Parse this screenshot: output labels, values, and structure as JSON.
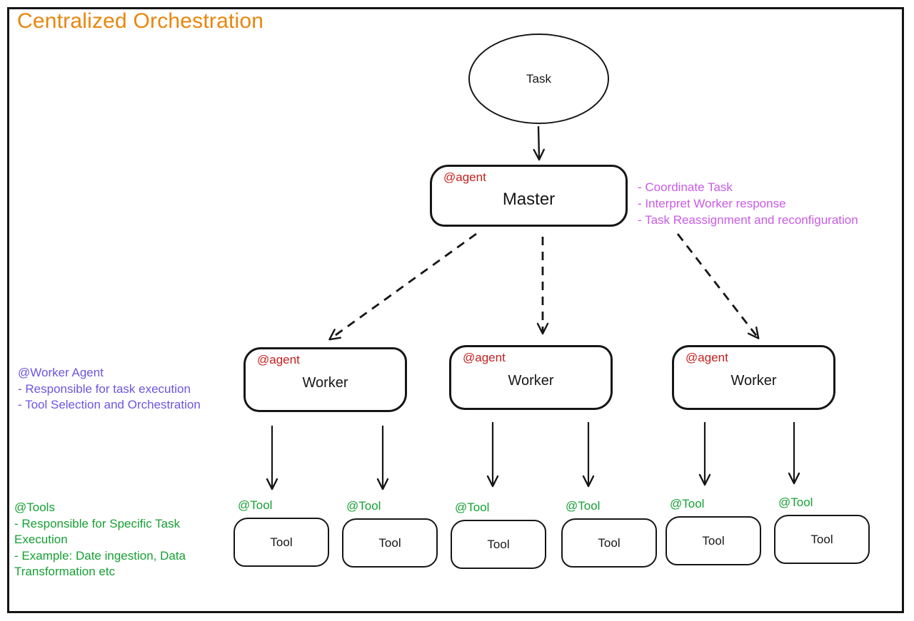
{
  "title": {
    "text": "Centralized Orchestration"
  },
  "task_node": {
    "label": "Task"
  },
  "master": {
    "tag": "@agent",
    "label": "Master"
  },
  "master_notes": {
    "lines": [
      "- Coordinate Task",
      "- Interpret Worker response",
      "- Task Reassignment and reconfiguration"
    ]
  },
  "worker_notes": {
    "lines": [
      "@Worker Agent",
      "- Responsible for task execution",
      "- Tool Selection and Orchestration"
    ]
  },
  "tool_notes": {
    "lines": [
      "@Tools",
      "- Responsible for Specific Task Execution",
      "- Example: Date ingestion, Data Transformation etc"
    ]
  },
  "workers": [
    {
      "tag": "@agent",
      "label": "Worker"
    },
    {
      "tag": "@agent",
      "label": "Worker"
    },
    {
      "tag": "@agent",
      "label": "Worker"
    }
  ],
  "tools": [
    {
      "tag": "@Tool",
      "label": "Tool"
    },
    {
      "tag": "@Tool",
      "label": "Tool"
    },
    {
      "tag": "@Tool",
      "label": "Tool"
    },
    {
      "tag": "@Tool",
      "label": "Tool"
    },
    {
      "tag": "@Tool",
      "label": "Tool"
    },
    {
      "tag": "@Tool",
      "label": "Tool"
    }
  ],
  "colors": {
    "title_orange": "#E8860D",
    "agent_tag_red": "#C4201F",
    "master_notes_magenta": "#C95BE5",
    "worker_notes_purple": "#6C55E1",
    "tool_green": "#16A034",
    "stroke_black": "#161616"
  }
}
